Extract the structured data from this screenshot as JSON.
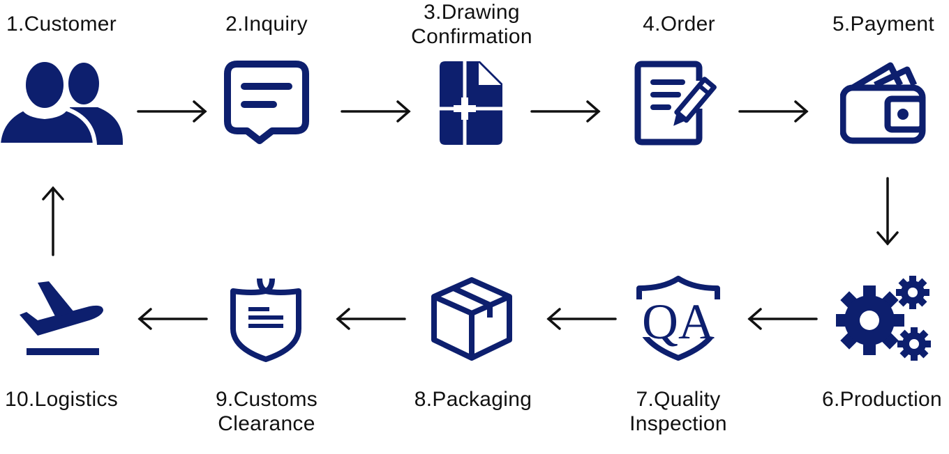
{
  "colors": {
    "icon": "#0d1f6e",
    "text": "#111111",
    "arrow": "#111111"
  },
  "steps": [
    {
      "label": "1.Customer",
      "icon": "users-icon"
    },
    {
      "label": "2.Inquiry",
      "icon": "chat-bubble-icon"
    },
    {
      "line1": "3.Drawing",
      "line2": "Confirmation",
      "icon": "drawing-document-icon"
    },
    {
      "label": "4.Order",
      "icon": "order-form-pencil-icon"
    },
    {
      "label": "5.Payment",
      "icon": "wallet-icon"
    },
    {
      "label": "6.Production",
      "icon": "gears-icon"
    },
    {
      "line1": "7.Quality",
      "line2": "Inspection",
      "icon": "qa-shield-icon"
    },
    {
      "label": "8.Packaging",
      "icon": "box-icon"
    },
    {
      "line1": "9.Customs",
      "line2": "Clearance",
      "icon": "customs-shield-icon"
    },
    {
      "label": "10.Logistics",
      "icon": "airplane-departure-icon"
    }
  ]
}
